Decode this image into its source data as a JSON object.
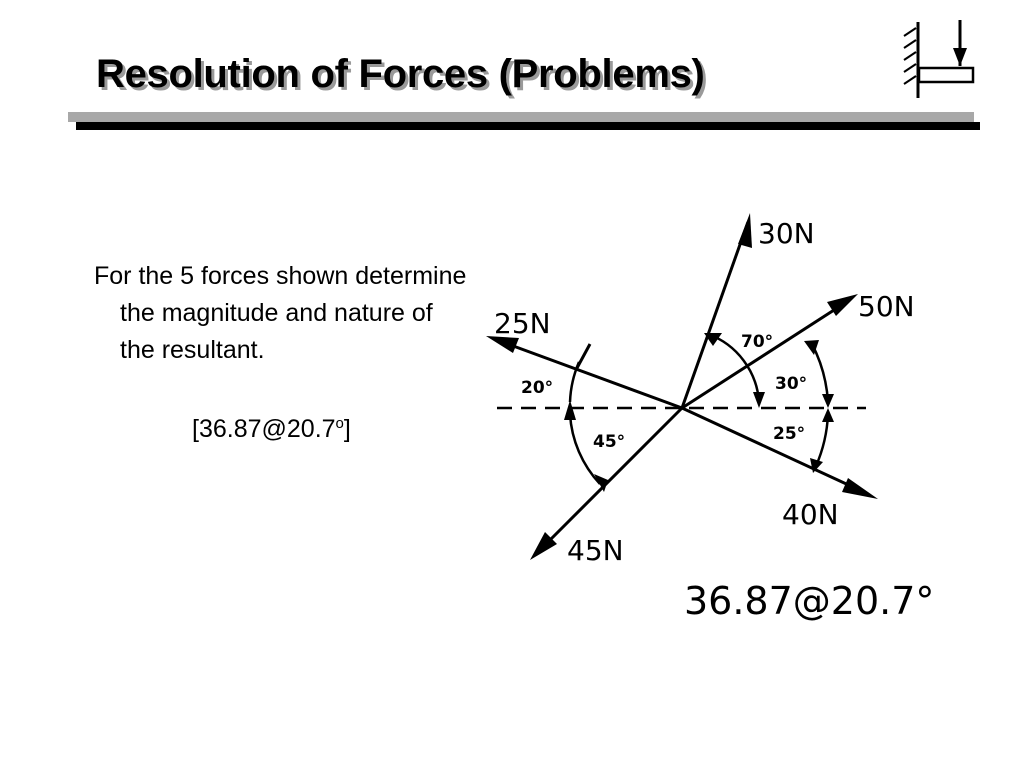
{
  "slide": {
    "title": "Resolution of Forces (Problems)",
    "problem_text": "For the 5 forces shown determine the magnitude and nature of the resultant.",
    "answer": {
      "prefix": "[36.87@20.7",
      "superscript": "o",
      "suffix": "]"
    }
  },
  "diagram": {
    "forces": [
      {
        "label": "30N",
        "direction_deg": 70
      },
      {
        "label": "50N",
        "direction_deg": 30
      },
      {
        "label": "25N",
        "direction_deg": 160
      },
      {
        "label": "40N",
        "direction_deg": -25
      },
      {
        "label": "45N",
        "direction_deg": 225
      }
    ],
    "angles": [
      {
        "label": "70°"
      },
      {
        "label": "30°"
      },
      {
        "label": "20°"
      },
      {
        "label": "25°"
      },
      {
        "label": "45°"
      }
    ],
    "resultant_label": "36.87@20.7°"
  }
}
